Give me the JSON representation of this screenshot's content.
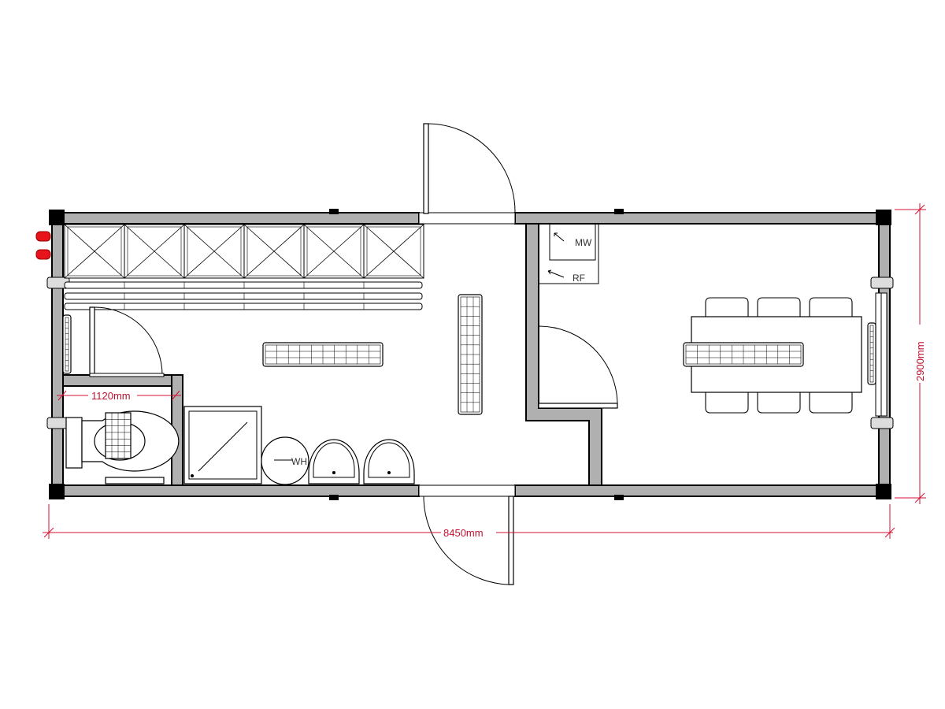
{
  "dimensions": {
    "overall_length": "8450mm",
    "overall_width": "2900mm",
    "toilet_width": "1120mm"
  },
  "labels": {
    "microwave": "MW",
    "refrigerator": "RF",
    "water_heater": "WH"
  },
  "colors": {
    "wall_fill": "#b0b0b0",
    "dimension_line": "#d01030",
    "gas_cylinder": "#e8141c"
  }
}
